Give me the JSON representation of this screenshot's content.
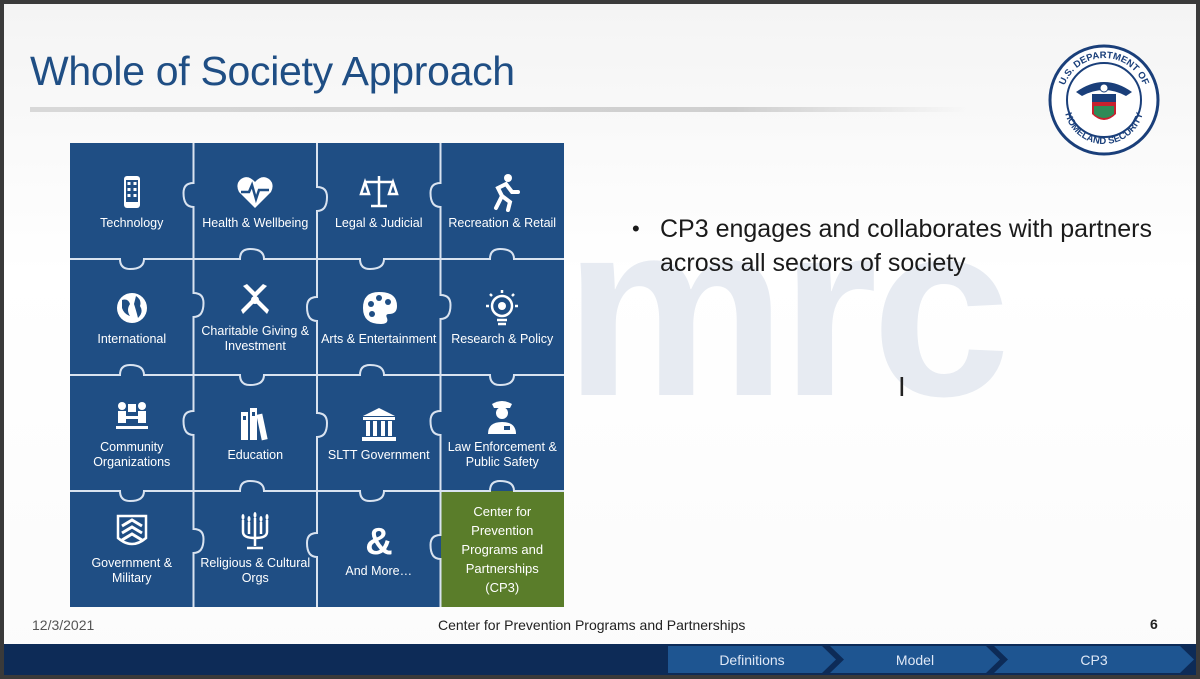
{
  "slide": {
    "title": "Whole of Society Approach",
    "bullet": "CP3 engages and collaborates with partners across all sectors of society",
    "watermark": "mrc",
    "seal_text_top": "U.S. DEPARTMENT OF",
    "seal_text_bottom": "HOMELAND SECURITY"
  },
  "puzzle": {
    "pieces": [
      {
        "label": "Technology",
        "icon": "smartphone-icon"
      },
      {
        "label": "Health & Wellbeing",
        "icon": "heart-pulse-icon"
      },
      {
        "label": "Legal & Judicial",
        "icon": "scales-icon"
      },
      {
        "label": "Recreation & Retail",
        "icon": "runner-icon"
      },
      {
        "label": "International",
        "icon": "globe-icon"
      },
      {
        "label": "Charitable Giving & Investment",
        "icon": "hands-icon"
      },
      {
        "label": "Arts & Entertainment",
        "icon": "palette-icon"
      },
      {
        "label": "Research & Policy",
        "icon": "lightbulb-icon"
      },
      {
        "label": "Community Organizations",
        "icon": "meeting-icon"
      },
      {
        "label": "Education",
        "icon": "books-icon"
      },
      {
        "label": "SLTT Government",
        "icon": "capitol-icon"
      },
      {
        "label": "Law Enforcement & Public Safety",
        "icon": "officer-icon"
      },
      {
        "label": "Government & Military",
        "icon": "chevron-badge-icon"
      },
      {
        "label": "Religious & Cultural Orgs",
        "icon": "candelabra-icon"
      },
      {
        "label": "And More…",
        "icon": "ampersand-icon"
      },
      {
        "label": "Center for Prevention Programs and Partnerships (CP3)",
        "icon": ""
      }
    ]
  },
  "footer": {
    "date": "12/3/2021",
    "center": "Center for Prevention Programs and Partnerships",
    "page": "6"
  },
  "nav": {
    "items": [
      "Definitions",
      "Model",
      "CP3"
    ]
  },
  "colors": {
    "title": "#1f4e84",
    "piece_blue": "#1f4e84",
    "piece_green": "#5a7d2a",
    "navbar": "#0d2b57"
  }
}
